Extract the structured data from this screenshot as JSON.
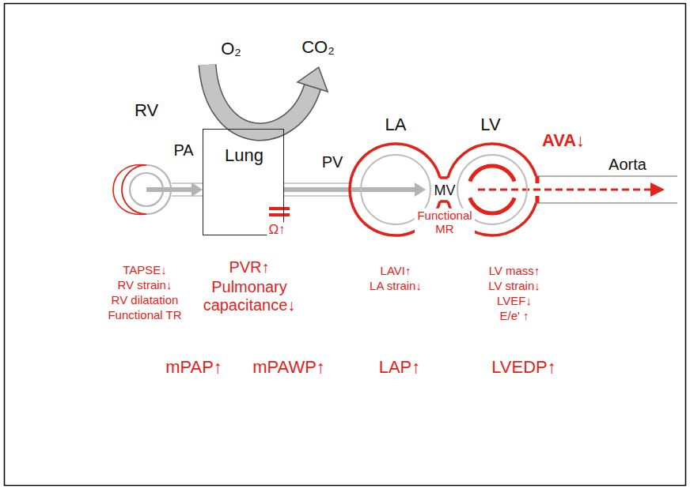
{
  "diagram": {
    "nodes": [
      {
        "text": [
          "RV"
        ]
      },
      {
        "text": [
          "Lung"
        ]
      },
      {
        "text": [
          "LA"
        ]
      },
      {
        "text": [
          "LV"
        ]
      }
    ],
    "edges": [
      {
        "from": 0,
        "to": 1,
        "label": "PA",
        "arrow": "to"
      },
      {
        "from": 1,
        "to": 2,
        "label": "PV",
        "arrow": "to"
      }
    ],
    "labels": [
      "O₂",
      "CO₂",
      "Ω↑",
      "MV",
      "AVA↓",
      "Aorta",
      "Functional MR",
      "TAPSE↓",
      "RV strain↓",
      "RV dilatation",
      "Functional TR",
      "PVR↑",
      "Pulmonary capacitance↓",
      "LAVI↑",
      "LA strain↓",
      "LV mass↑",
      "LV strain↓",
      "LVEF↓",
      "E/e' ↑",
      "mPAP↑",
      "mPAWP↑",
      "LAP↑",
      "LVEDP↑"
    ]
  }
}
